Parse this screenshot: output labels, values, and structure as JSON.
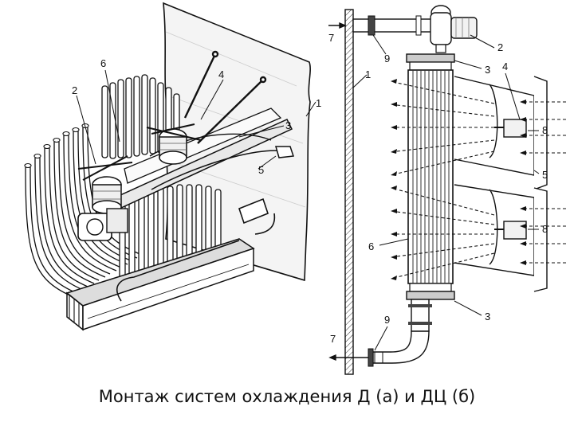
{
  "caption": "Монтаж систем охлаждения Д (а) и ДЦ (б)",
  "callouts_left": [
    "6",
    "2",
    "4",
    "1",
    "3",
    "5"
  ],
  "callouts_right": [
    "7",
    "9",
    "1",
    "2",
    "3",
    "4",
    "8",
    "5",
    "8",
    "6",
    "3",
    "9",
    "7"
  ],
  "colors": {
    "ink": "#111111",
    "paper": "#ffffff",
    "shade": "#bdbdbd"
  }
}
